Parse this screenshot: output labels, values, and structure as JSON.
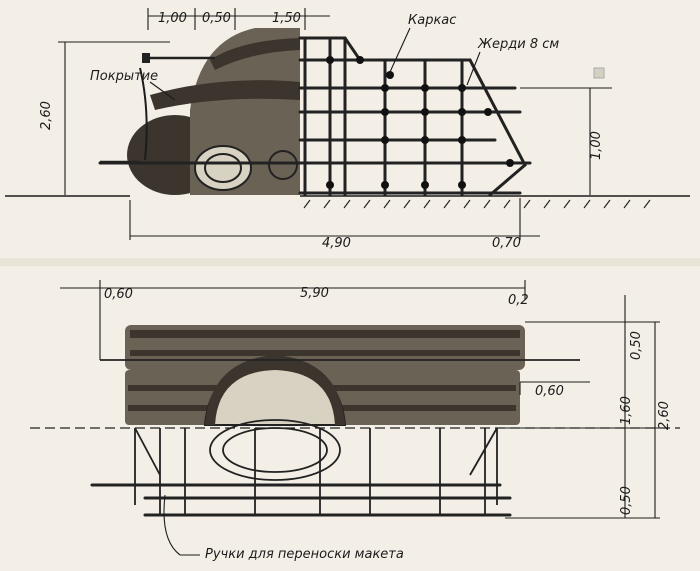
{
  "labels": {
    "karkas": "Каркас",
    "zherdi": "Жерди 8 см",
    "pokrytie": "Покрытие",
    "ruchki": "Ручки для переноски макета"
  },
  "top_dims": {
    "d1": "1,00",
    "d2": "0,50",
    "d3": "1,50",
    "height_total": "2,60",
    "height_frame": "1,00",
    "length_bottom": "4,90",
    "overhang": "0,70"
  },
  "bottom_dims": {
    "left": "0,60",
    "length": "5,90",
    "right": "0,2",
    "h_top": "0,50",
    "h_mid": "1,60",
    "h_total": "2,60",
    "h_bottom": "0,50",
    "side": "0,60"
  },
  "colors": {
    "ink": "#1c1c1c",
    "paper": "#f3efe6",
    "straw": "#6b6256"
  }
}
